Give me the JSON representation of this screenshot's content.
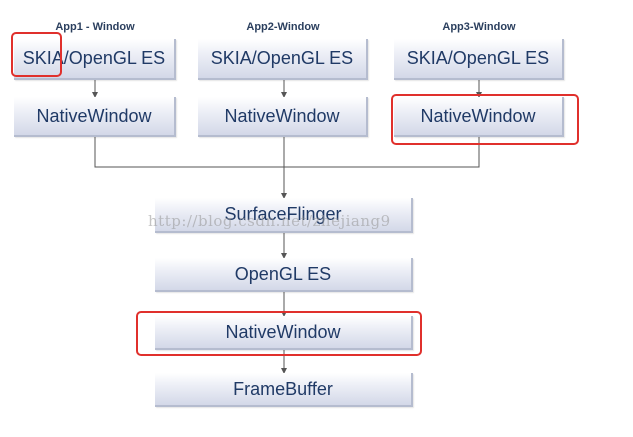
{
  "diagram": {
    "columns": [
      {
        "title": "App1 - Window",
        "top_label": "SKIA/OpenGL ES",
        "bottom_label": "NativeWindow"
      },
      {
        "title": "App2-Window",
        "top_label": "SKIA/OpenGL ES",
        "bottom_label": "NativeWindow"
      },
      {
        "title": "App3-Window",
        "top_label": "SKIA/OpenGL ES",
        "bottom_label": "NativeWindow"
      }
    ],
    "stack": [
      {
        "label": "SurfaceFlinger"
      },
      {
        "label": "OpenGL ES"
      },
      {
        "label": "NativeWindow"
      },
      {
        "label": "FrameBuffer"
      }
    ],
    "watermark": "http://blog.csdn.net/zhejiang9",
    "colors": {
      "box_text": "#203a66",
      "connector": "#555555",
      "highlight": "#e0302c"
    }
  }
}
